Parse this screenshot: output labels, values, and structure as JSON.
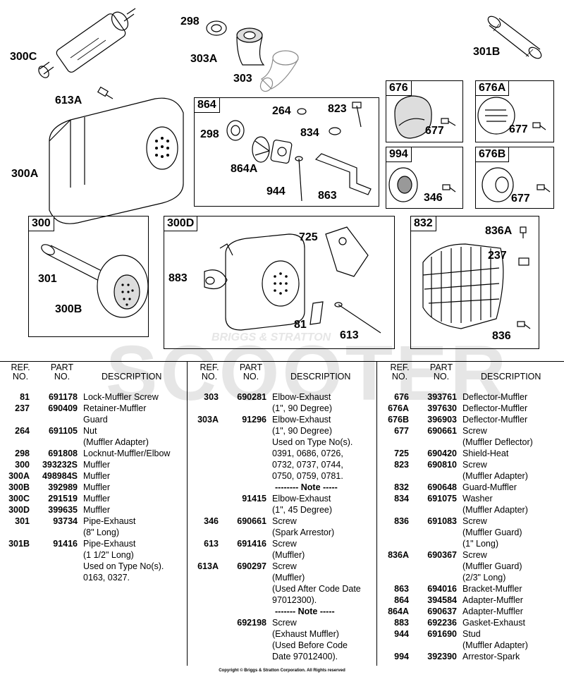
{
  "watermark": {
    "brand": "BRIGGS & STRATTON",
    "word": "SCOOTER"
  },
  "diagram": {
    "boxes": [
      {
        "id": "864",
        "label": "864"
      },
      {
        "id": "676",
        "label": "676"
      },
      {
        "id": "676A",
        "label": "676A"
      },
      {
        "id": "994",
        "label": "994"
      },
      {
        "id": "676B",
        "label": "676B"
      },
      {
        "id": "300",
        "label": "300"
      },
      {
        "id": "300D",
        "label": "300D"
      },
      {
        "id": "832",
        "label": "832"
      }
    ],
    "callouts": [
      "298",
      "300C",
      "303A",
      "303",
      "301B",
      "613A",
      "300A",
      "264",
      "823",
      "298",
      "834",
      "864A",
      "944",
      "863",
      "677",
      "677",
      "346",
      "677",
      "301",
      "300B",
      "725",
      "883",
      "81",
      "613",
      "836A",
      "237",
      "836"
    ]
  },
  "parts_table": {
    "headers": {
      "ref": [
        "REF.",
        "NO."
      ],
      "part": [
        "PART",
        "NO."
      ],
      "description": "DESCRIPTION"
    },
    "columns": [
      [
        {
          "ref": "81",
          "part": "691178",
          "desc": [
            "Lock-Muffler Screw"
          ]
        },
        {
          "ref": "237",
          "part": "690409",
          "desc": [
            "Retainer-Muffler",
            "Guard"
          ]
        },
        {
          "ref": "264",
          "part": "691105",
          "desc": [
            "Nut",
            "(Muffler Adapter)"
          ]
        },
        {
          "ref": "298",
          "part": "691808",
          "desc": [
            "Locknut-Muffler/Elbow"
          ]
        },
        {
          "ref": "300",
          "part": "393232S",
          "desc": [
            "Muffler"
          ]
        },
        {
          "ref": "300A",
          "part": "498984S",
          "desc": [
            "Muffler"
          ]
        },
        {
          "ref": "300B",
          "part": "392989",
          "desc": [
            "Muffler"
          ]
        },
        {
          "ref": "300C",
          "part": "291519",
          "desc": [
            "Muffler"
          ]
        },
        {
          "ref": "300D",
          "part": "399635",
          "desc": [
            "Muffler"
          ]
        },
        {
          "ref": "301",
          "part": "93734",
          "desc": [
            "Pipe-Exhaust",
            "(8\" Long)"
          ]
        },
        {
          "ref": "301B",
          "part": "91416",
          "desc": [
            "Pipe-Exhaust",
            "(1 1/2\" Long)",
            "Used on Type No(s).",
            "0163, 0327."
          ]
        }
      ],
      [
        {
          "ref": "303",
          "part": "690281",
          "desc": [
            "Elbow-Exhaust",
            "(1\", 90 Degree)"
          ]
        },
        {
          "ref": "303A",
          "part": "91296",
          "desc": [
            "Elbow-Exhaust",
            "(1\", 90 Degree)",
            "Used on Type No(s).",
            "0391, 0686, 0726,",
            "0732, 0737, 0744,",
            "0750, 0759, 0781."
          ]
        },
        {
          "ref": "",
          "part": "",
          "note": "-------- Note -----",
          "desc": []
        },
        {
          "ref": "",
          "part": "91415",
          "desc": [
            "Elbow-Exhaust",
            "(1\", 45 Degree)"
          ]
        },
        {
          "ref": "346",
          "part": "690661",
          "desc": [
            "Screw",
            "(Spark Arrestor)"
          ]
        },
        {
          "ref": "613",
          "part": "691416",
          "desc": [
            "Screw",
            "(Muffler)"
          ]
        },
        {
          "ref": "613A",
          "part": "690297",
          "desc": [
            "Screw",
            "(Muffler)",
            "(Used After Code Date",
            "97012300)."
          ]
        },
        {
          "ref": "",
          "part": "",
          "note": "------- Note -----",
          "desc": []
        },
        {
          "ref": "",
          "part": "692198",
          "desc": [
            "Screw",
            "(Exhaust Muffler)",
            "(Used Before Code",
            "Date 97012400)."
          ]
        }
      ],
      [
        {
          "ref": "676",
          "part": "393761",
          "desc": [
            "Deflector-Muffler"
          ]
        },
        {
          "ref": "676A",
          "part": "397630",
          "desc": [
            "Deflector-Muffler"
          ]
        },
        {
          "ref": "676B",
          "part": "396903",
          "desc": [
            "Deflector-Muffler"
          ]
        },
        {
          "ref": "677",
          "part": "690661",
          "desc": [
            "Screw",
            "(Muffler Deflector)"
          ]
        },
        {
          "ref": "725",
          "part": "690420",
          "desc": [
            "Shield-Heat"
          ]
        },
        {
          "ref": "823",
          "part": "690810",
          "desc": [
            "Screw",
            "(Muffler Adapter)"
          ]
        },
        {
          "ref": "832",
          "part": "690648",
          "desc": [
            "Guard-Muffler"
          ]
        },
        {
          "ref": "834",
          "part": "691075",
          "desc": [
            "Washer",
            "(Muffler Adapter)"
          ]
        },
        {
          "ref": "836",
          "part": "691083",
          "desc": [
            "Screw",
            "(Muffler Guard)",
            "(1\" Long)"
          ]
        },
        {
          "ref": "836A",
          "part": "690367",
          "desc": [
            "Screw",
            "(Muffler Guard)",
            "(2/3\" Long)"
          ]
        },
        {
          "ref": "863",
          "part": "694016",
          "desc": [
            "Bracket-Muffler"
          ]
        },
        {
          "ref": "864",
          "part": "394584",
          "desc": [
            "Adapter-Muffler"
          ]
        },
        {
          "ref": "864A",
          "part": "690637",
          "desc": [
            "Adapter-Muffler"
          ]
        },
        {
          "ref": "883",
          "part": "692236",
          "desc": [
            "Gasket-Exhaust"
          ]
        },
        {
          "ref": "944",
          "part": "691690",
          "desc": [
            "Stud",
            "(Muffler Adapter)"
          ]
        },
        {
          "ref": "994",
          "part": "392390",
          "desc": [
            "Arrestor-Spark"
          ]
        }
      ]
    ]
  },
  "copyright": "Copyright © Briggs & Stratton Corporation. All Rights reserved"
}
